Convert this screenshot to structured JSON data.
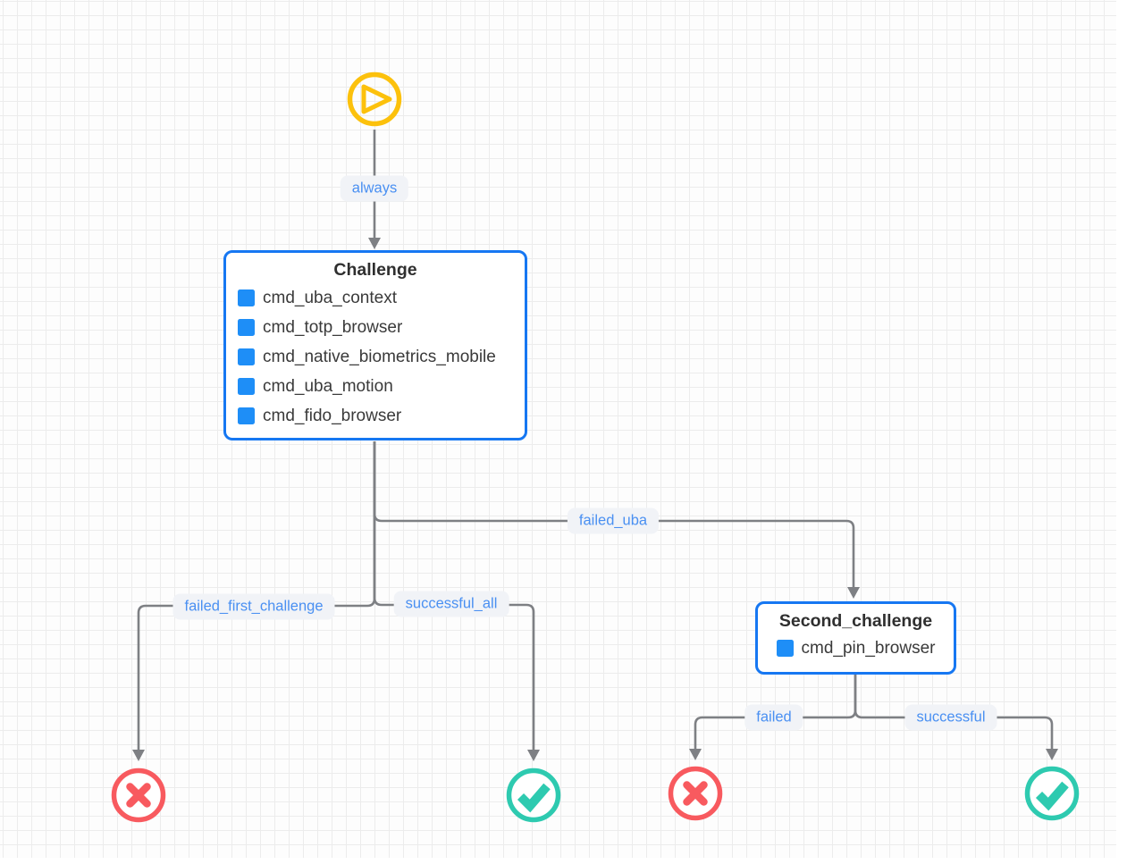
{
  "colors": {
    "accent_blue": "#1677f2",
    "command_blue": "#1e8ef7",
    "label_blue": "#4a90f2",
    "edge_gray": "#7e8084",
    "start_yellow": "#fcc10c",
    "fail_red": "#f85a5f",
    "success_teal": "#2ecab0",
    "node_text": "#3a3a3a",
    "label_bg": "#f1f3f7",
    "grid_line": "#ececec",
    "canvas_bg": "#fdfdfd"
  },
  "icons": {
    "start": "play-icon",
    "fail": "x-icon",
    "success": "check-icon",
    "command": "blue-square-icon"
  },
  "nodes": {
    "challenge": {
      "title": "Challenge",
      "items": [
        "cmd_uba_context",
        "cmd_totp_browser",
        "cmd_native_biometrics_mobile",
        "cmd_uba_motion",
        "cmd_fido_browser"
      ]
    },
    "second_challenge": {
      "title": "Second_challenge",
      "items": [
        "cmd_pin_browser"
      ]
    }
  },
  "edges": {
    "always": {
      "label": "always",
      "from": "start",
      "to": "Challenge"
    },
    "failed_uba": {
      "label": "failed_uba",
      "from": "Challenge",
      "to": "Second_challenge"
    },
    "failed_first_challenge": {
      "label": "failed_first_challenge",
      "from": "Challenge",
      "to": "fail-terminal-left"
    },
    "successful_all": {
      "label": "successful_all",
      "from": "Challenge",
      "to": "success-terminal-left"
    },
    "failed": {
      "label": "failed",
      "from": "Second_challenge",
      "to": "fail-terminal-right"
    },
    "successful": {
      "label": "successful",
      "from": "Second_challenge",
      "to": "success-terminal-right"
    }
  }
}
